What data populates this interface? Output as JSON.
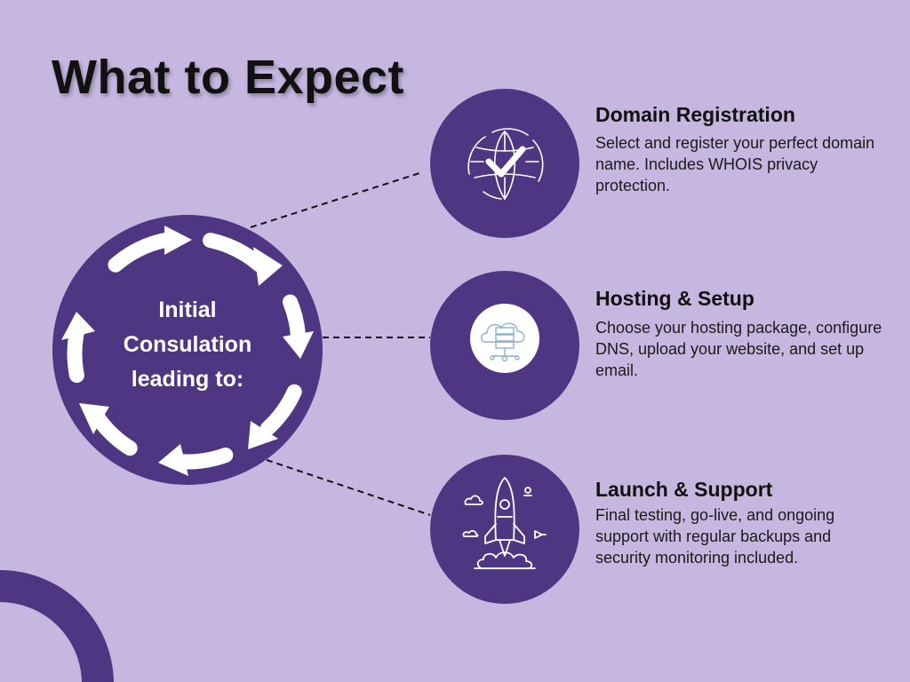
{
  "title": "What to Expect",
  "center": {
    "lines": [
      "Initial",
      "Consulation",
      "leading to:"
    ]
  },
  "steps": [
    {
      "title": "Domain Registration",
      "description": "Select and register your perfect domain name. Includes WHOIS privacy protection.",
      "icon": "globe-check-icon"
    },
    {
      "title": "Hosting & Setup",
      "description": "Choose your hosting package, configure DNS, upload your website, and set up email.",
      "icon": "cloud-server-icon"
    },
    {
      "title": "Launch & Support",
      "description": "Final testing, go-live, and ongoing support with regular backups and security monitoring included.",
      "icon": "rocket-icon"
    }
  ],
  "colors": {
    "background": "#c5b7e0",
    "accent": "#4e3682",
    "text": "#111111",
    "icon": "#ffffff"
  }
}
